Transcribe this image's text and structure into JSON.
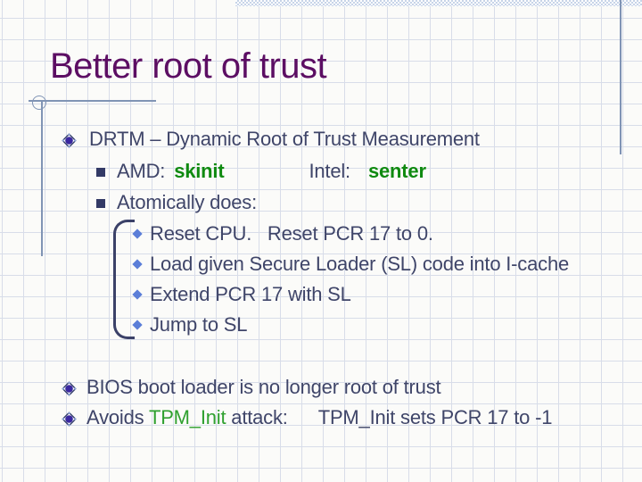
{
  "title": "Better root of trust",
  "content": {
    "drtm": "DRTM – Dynamic Root of Trust Measurement",
    "amd_label": "AMD:",
    "amd_value": "skinit",
    "intel_label": "Intel:",
    "intel_value": "senter",
    "atomically": "Atomically does:",
    "steps": [
      "Reset CPU.   Reset PCR 17 to 0.",
      "Load given Secure Loader (SL) code into I-cache",
      "Extend PCR 17 with SL",
      "Jump to SL"
    ],
    "bios": "BIOS boot loader is no longer root of trust",
    "avoids_prefix": "Avoids ",
    "avoids_highlight": "TPM_Init",
    "avoids_mid": " attack:",
    "avoids_rest": "TPM_Init sets PCR 17 to -1"
  },
  "colors": {
    "bg": "#fbfbf9",
    "grid": "#d8dde9",
    "bar": "#c7d4e8",
    "accent_line": "#8094b5",
    "title": "#5c0e63",
    "body": "#3f4569",
    "green_strong": "#0f8a10",
    "green_light": "#2fa02f",
    "bullet_outline": "#35406b",
    "bullet_fill": "#3a28a0",
    "square": "#333a66",
    "diamond": "#5b7ed8",
    "bracket": "#3b4168"
  }
}
